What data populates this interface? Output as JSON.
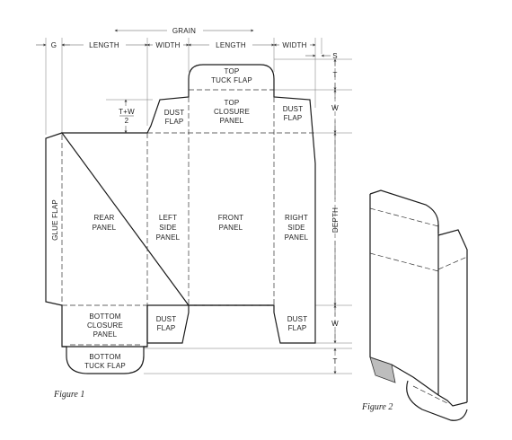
{
  "dimensions": {
    "grain": "GRAIN",
    "glue": "G",
    "length_1": "LENGTH",
    "width_1": "WIDTH",
    "length_2": "LENGTH",
    "width_2": "WIDTH",
    "s": "S",
    "t_top": "T",
    "w_top": "W",
    "depth": "DEPTH",
    "w_bottom": "W",
    "t_bottom": "T",
    "tw_top": "T+W",
    "tw_bottom": "2"
  },
  "panels": {
    "glue_flap": "GLUE FLAP",
    "rear_panel": [
      "REAR",
      "PANEL"
    ],
    "left_side_panel": [
      "LEFT",
      "SIDE",
      "PANEL"
    ],
    "front_panel": [
      "FRONT",
      "PANEL"
    ],
    "right_side_panel": [
      "RIGHT",
      "SIDE",
      "PANEL"
    ],
    "top_tuck_flap": [
      "TOP",
      "TUCK FLAP"
    ],
    "top_closure_panel": [
      "TOP",
      "CLOSURE",
      "PANEL"
    ],
    "dust_flap_top_left": [
      "DUST",
      "FLAP"
    ],
    "dust_flap_top_right": [
      "DUST",
      "FLAP"
    ],
    "bottom_closure_panel": [
      "BOTTOM",
      "CLOSURE",
      "PANEL"
    ],
    "dust_flap_bottom_left": [
      "DUST",
      "FLAP"
    ],
    "dust_flap_bottom_right": [
      "DUST",
      "FLAP"
    ],
    "bottom_tuck_flap": [
      "BOTTOM",
      "TUCK FLAP"
    ]
  },
  "captions": {
    "figure1": "Figure 1",
    "figure2": "Figure 2"
  }
}
